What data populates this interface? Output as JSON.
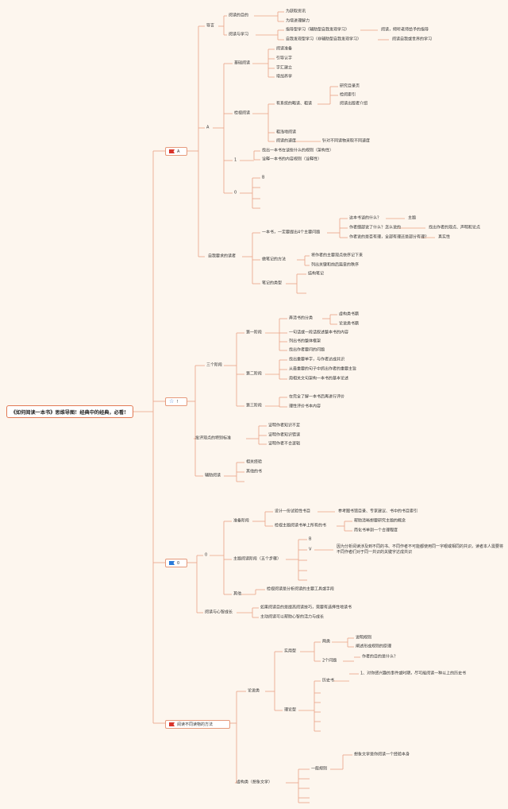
{
  "root": "《如何阅读一本书》思维导图！经典中的经典，必看！",
  "colors": {
    "line": "#e9a385",
    "accent": "#d9342b",
    "blue": "#2b7bd9"
  },
  "branches": {
    "a": "A",
    "star": "!",
    "o": "0",
    "methods": "阅读不同读物的方法"
  },
  "icons": {
    "a": "red-flag-icon",
    "star": "star-icon",
    "o": "blue-flag-icon",
    "methods": "red-flag-icon"
  },
  "nodes": {
    "daoyan": "导言",
    "mudi": "阅读的目的",
    "huoqu": "为获取资讯",
    "lijie": "为增进理解力",
    "xuexi": "阅读与学习",
    "zhidao": "指导型学习（辅助型自我发现学习）",
    "zhidao_r": "阅读，倾听老师给予的指导",
    "zifaxian": "自我发现型学习（非辅助型自我发现学习）",
    "zifaxian_r": "阅读自我或世界的学习",
    "a_sub": "A",
    "jichu": "基础阅读",
    "zhunbei": "阅读准备",
    "yindao": "引导认字",
    "cizi": "字汇建立",
    "zengjia": "增加养学",
    "jianshi": "检视阅读",
    "youxitong": "有系统的略读、粗读",
    "yanjiu": "研究目录页",
    "jiansuo": "检阅索引",
    "chuban": "阅读出版者介绍",
    "cudu": "粗浅地阅读",
    "sudu": "阅读的速度",
    "sudu_r": "针对不同读物采取不同速度",
    "one": "1",
    "zhaochu": "找出一本书在谈些什么的规则（架构性）",
    "quanshi": "诠释一本书的内容规则（诠释性）",
    "o_sub": "0",
    "b": "B",
    "ziwo": "自我要求的读者",
    "yiben": "一本书，一定要提出4个主要问题",
    "q1": "这本书谈的什么？",
    "q1_r": "主题",
    "q2": "作者细部说了什么？怎么说的",
    "q2_r": "找出作者的观点、声明和论点",
    "q3": "作者说的是否有理，全部有理还是部分有理？",
    "q3_r": "真实性",
    "biji": "做笔记的方法",
    "biji1": "将作者的主要观点依序记下来",
    "biji2": "列出关键和前后篇章的秩序",
    "leixing": "笔记的类型",
    "jiegou": "结构笔记",
    "sange": "三个阶段",
    "di1": "第一阶段",
    "fenlei": "弄清书的分类",
    "xugou": "虚构类书籍",
    "lunshuo": "论说类书籍",
    "yijuhua": "一句话或一段话叙述整本书的内容",
    "lieda": "列出书的整体框架",
    "zhaochuwenti": "找出作者要问的问题",
    "di2": "第二阶段",
    "zhongyao": "找出重要单字，与作者达成共识",
    "juzi": "从最重要的句子中抓出作者的重要主旨",
    "kuangjia": "用相关文句架构一本书的基本论述",
    "di3": "第三阶段",
    "wanquan": "在完全了解一本书后再进行评价",
    "lixing": "理性评价书本内容",
    "piping": "批评观点的特别标准",
    "pp1": "证明作者知识不足",
    "pp2": "证明作者知识错误",
    "pp3": "证明作者不合逻辑",
    "fuzhu": "辅助阅读",
    "xiangguan": "相关经验",
    "qita": "其他的书",
    "zero_sub": "0",
    "zhunbeijieduan": "准备阶段",
    "sheji": "设计一份试验性书目",
    "sheji_r": "参考图书馆目录、专家建议、书中的书目索引",
    "jianshi2": "检视主题阅读书单上所有的书",
    "bangzhu": "帮助清晰想要研究主题的概念",
    "jianhua": "简化书单到一个合理程度",
    "zhuti": "主题阅读阶段（五个步骤）",
    "s_b": "B",
    "s_v": "V",
    "s_v_r": "因为分析阅读涉及到不同的书、不同作者不可能都使用同一字眼或相同的共识，读者本人需要将不同作者们对于同一共识的关键字达成共识",
    "qita2": "其他",
    "qita2_r": "检视阅读是分析阅读的主要工具或手段",
    "xinling": "阅读与心智成长",
    "xl1": "如果阅读目的是提高阅读技巧，需要有选择性地读书",
    "xl2": "主动阅读可以帮助心智的活力与成长",
    "lunshuolei": "论说类",
    "shiyong": "实用型",
    "lianglei": "两类",
    "shuoming": "说明规则",
    "chanshu": "阐述形成规则的原理",
    "liangge": "2个问题",
    "liangge_r": "作者的目的是什么？",
    "lilun": "理论型",
    "lishi": "历史书",
    "lishi_r": "1、对你感兴趣的事件或时期，尽可能阅读一种以上的历史书",
    "xugoulei": "虚构类（想象文学）",
    "yiban": "一般规则",
    "yiban_r": "想象文学是你阅读一个经验本身"
  }
}
